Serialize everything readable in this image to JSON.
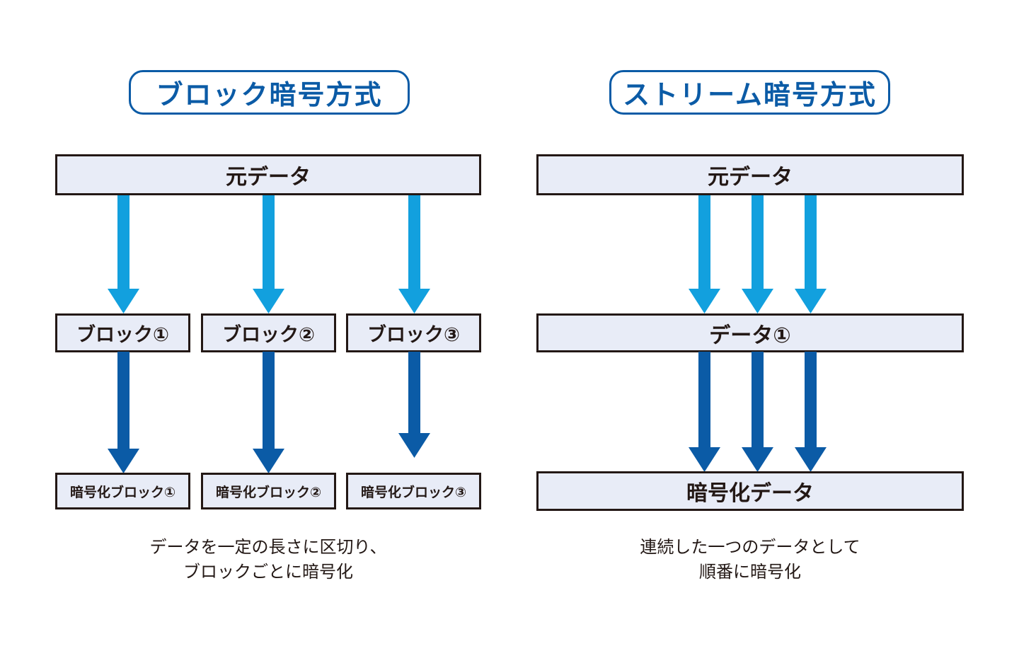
{
  "colors": {
    "arrow_light": "#12A0DE",
    "arrow_dark": "#0B5BA6",
    "box_fill": "#E8ECF7",
    "box_border": "#231815",
    "title_accent": "#0B5BA6",
    "text": "#231815",
    "background": "#FFFFFF"
  },
  "left": {
    "title": "ブロック暗号方式",
    "source_box": "元データ",
    "blocks": [
      {
        "label": "ブロック①"
      },
      {
        "label": "ブロック②"
      },
      {
        "label": "ブロック③"
      }
    ],
    "encrypted_blocks": [
      {
        "label": "暗号化ブロック①"
      },
      {
        "label": "暗号化ブロック②"
      },
      {
        "label": "暗号化ブロック③"
      }
    ],
    "caption": {
      "line1": "データを一定の長さに区切り、",
      "line2": "ブロックごとに暗号化"
    }
  },
  "right": {
    "title": "ストリーム暗号方式",
    "source_box": "元データ",
    "data_box": "データ①",
    "encrypted_box": "暗号化データ",
    "caption": {
      "line1": "連続した一つのデータとして",
      "line2": "順番に暗号化"
    }
  },
  "flow": {
    "split_arrow_name": "split-arrow",
    "encrypt_arrow_name": "encrypt-arrow"
  }
}
